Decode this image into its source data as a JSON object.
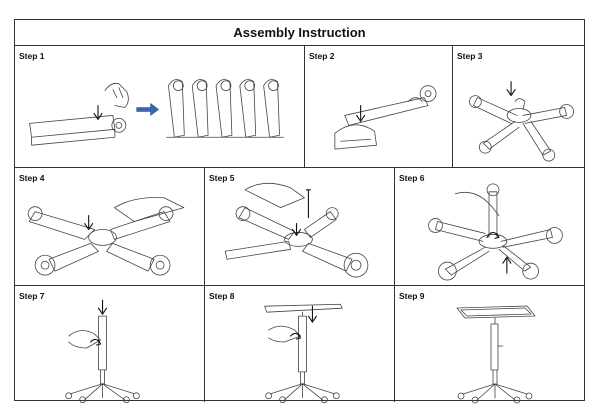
{
  "title": "Assembly Instruction",
  "steps": [
    {
      "label": "Step 1"
    },
    {
      "label": "Step 2"
    },
    {
      "label": "Step 3"
    },
    {
      "label": "Step 4"
    },
    {
      "label": "Step 5"
    },
    {
      "label": "Step 6"
    },
    {
      "label": "Step 7"
    },
    {
      "label": "Step 8"
    },
    {
      "label": "Step 9"
    }
  ],
  "colors": {
    "line": "#444444",
    "accent_arrow": "#3a67b0"
  }
}
